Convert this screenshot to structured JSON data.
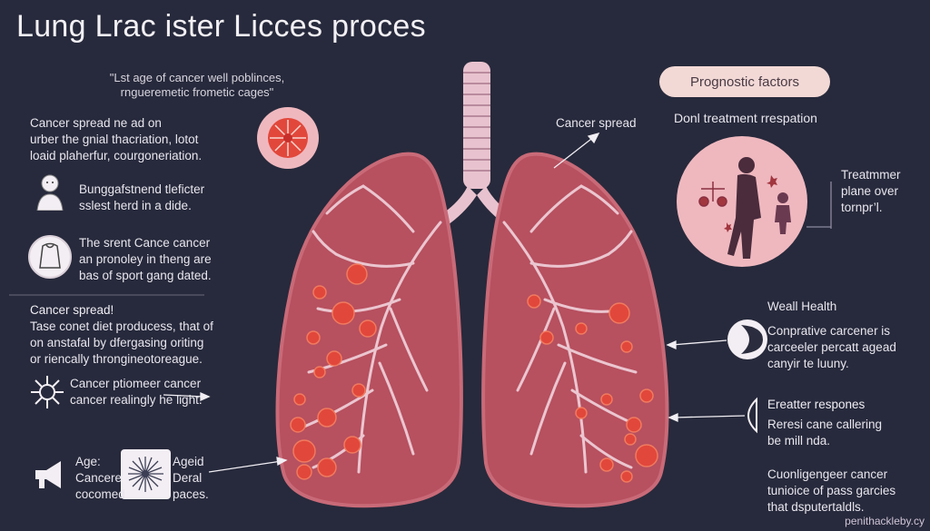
{
  "title": "Lung Lrac ister Licces proces",
  "quote": {
    "line1": "\"Lst age of cancer well poblinces,",
    "line2": "rngueremetic frometic cages\""
  },
  "left": {
    "block1": {
      "line1": "Cancer spread    ne  ad   on",
      "line2": "urber the gnial thacriation, lotot",
      "line3": "loaid plaherfur, courgoneriation."
    },
    "block2": {
      "line1": "Bunggafstnend tleficter",
      "line2": "sslest herd in a dide."
    },
    "block3": {
      "line1": "The srent Cance cancer",
      "line2": "an pronoley in theng are",
      "line3": "bas of sport gang dated."
    },
    "block4": {
      "header": "Cancer spread!",
      "line1": "Tase conet diet producess, that of",
      "line2": "on anstafal by dfergasing oriting",
      "line3": "or riencally throngineotoreague."
    },
    "block5": {
      "line1": "Cancer ptiomeer cancer",
      "line2": "cancer realingly he light."
    },
    "block6": {
      "label1": "Age:",
      "label2": "Cancere",
      "label3": "cocomed",
      "right1": "Ageid",
      "right2": "Deral",
      "right3": "paces."
    }
  },
  "center": {
    "cancer_spread_label": "Cancer spread"
  },
  "right": {
    "pill": "Prognostic factors",
    "treatment_title": "Donl treatment rrespation",
    "treat_note": {
      "line1": "Treatmmer",
      "line2": "plane over",
      "line3": "tornpr’l."
    },
    "health": {
      "header": "Weall Health",
      "line1": "Conprative carcener is",
      "line2": "carceeler percatt agead",
      "line3": "canyir te luuny."
    },
    "response": {
      "header": "Ereatter respones",
      "line1": "Reresi cane callering",
      "line2": "be mill nda."
    },
    "bottom": {
      "line1": "Cuonligengeer cancer",
      "line2": "tunioice of pass garcies",
      "line3": "that dsputertaldls."
    }
  },
  "watermark": "penithackleby.cy",
  "colors": {
    "background": "#272a3c",
    "lung": "#b7505f",
    "lung_edge": "#c96a78",
    "tumor": "#e2473b",
    "trachea": "#e8c3cf",
    "pill": "#f2d9d6",
    "circle": "#efb8bf"
  }
}
